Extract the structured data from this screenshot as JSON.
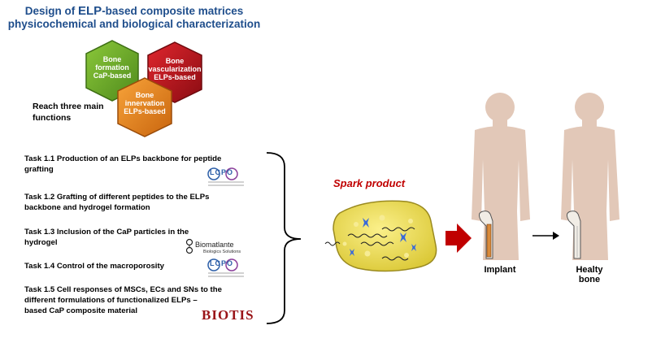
{
  "title": {
    "line1_prefix": "Design of ",
    "line1_bold": "ELP",
    "line1_rest": "-based composite matrices",
    "line2": "physicochemical and biological characterization"
  },
  "hexagons": [
    {
      "label_lines": [
        "Bone",
        "formation",
        "CaP-based"
      ],
      "color": "#6aaa2a"
    },
    {
      "label_lines": [
        "Bone",
        "vascularization",
        "ELPs-based"
      ],
      "color": "#c0141c"
    },
    {
      "label_lines": [
        "Bone",
        "innervation",
        "ELPs-based"
      ],
      "color": "#e8821e"
    }
  ],
  "reach_text": "Reach three main functions",
  "tasks": [
    {
      "line1": "Task 1.1 Production of an ELPs backbone for peptide",
      "line2": "grafting"
    },
    {
      "line1": "Task 1.2 Grafting of different peptides to the ELPs",
      "line2": "backbone and hydrogel formation"
    },
    {
      "line1": "Task 1.3 Inclusion of the CaP particles in the",
      "line2": "hydrogel"
    },
    {
      "line1": "Task 1.4 Control of  the macroporosity",
      "line2": ""
    },
    {
      "line1": "Task 1.5  Cell responses of MSCs, ECs and SNs to the",
      "line2": "different formulations of  functionalized ELPs –",
      "line3": "based CaP composite material"
    }
  ],
  "logos": {
    "lcpo_1": "LCPO",
    "lcpo_2": "LCPO",
    "biomatlante": "Biomatlante",
    "biomatlante_sub": "Biologics Solutions",
    "biotis": "BIOTIS"
  },
  "spark_product": "Spark product",
  "implant_label": "Implant",
  "healty_label_line1": "Healty",
  "healty_label_line2": "bone",
  "colors": {
    "title_blue": "#1f4e8c",
    "spark_red": "#c00000",
    "arrow_red": "#c00000",
    "silhouette": "#e2c8b8",
    "sponge_yellow": "#f2e25a"
  }
}
